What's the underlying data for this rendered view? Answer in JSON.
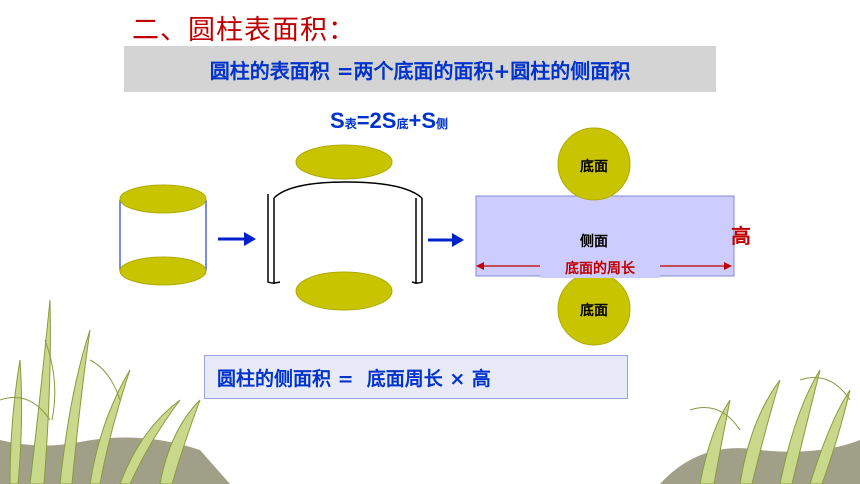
{
  "title": "二、圆柱表面积：",
  "definition": "圆柱的表面积  =两个底面的面积+圆柱的侧面积",
  "formula": {
    "s1": "S",
    "sub1": "表",
    "eq": "=2S",
    "sub2": "底",
    "plus": "+S",
    "sub3": "侧"
  },
  "net": {
    "top_label": "底面",
    "side_label": "侧面",
    "bottom_label": "底面",
    "circumference_label": "底面的周长",
    "height_label": "高"
  },
  "lateral_area": "圆柱的侧面积 =  底面周长 × 高",
  "colors": {
    "title": "#c00000",
    "text_blue": "#0033cc",
    "ellipse_fill": "#c8c400",
    "rect_fill": "#ccccff",
    "arrow": "#0022cc"
  }
}
